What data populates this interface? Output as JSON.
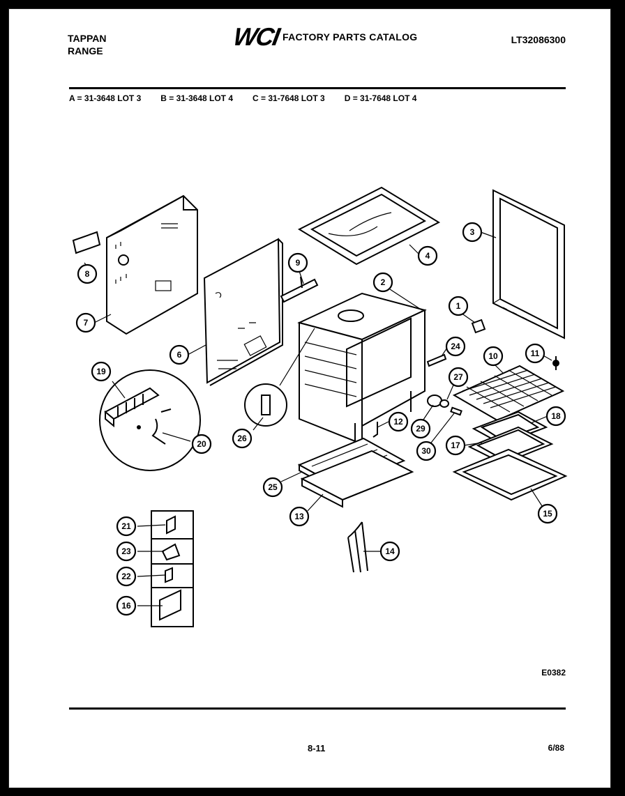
{
  "header": {
    "brand_line1": "TAPPAN",
    "brand_line2": "RANGE",
    "logo": "WCI",
    "catalog_title": "FACTORY PARTS CATALOG",
    "catalog_number": "LT32086300"
  },
  "lots": [
    "A = 31-3648 LOT 3",
    "B = 31-3648 LOT 4",
    "C = 31-7648 LOT 3",
    "D = 31-7648 LOT 4"
  ],
  "callouts": {
    "c1": "1",
    "c2": "2",
    "c3": "3",
    "c4": "4",
    "c6": "6",
    "c7": "7",
    "c8": "8",
    "c9": "9",
    "c10": "10",
    "c11": "11",
    "c12": "12",
    "c13": "13",
    "c14": "14",
    "c15": "15",
    "c16": "16",
    "c17": "17",
    "c18": "18",
    "c19": "19",
    "c20": "20",
    "c21": "21",
    "c22": "22",
    "c23": "23",
    "c24": "24",
    "c25": "25",
    "c26": "26",
    "c27": "27",
    "c29": "29",
    "c30": "30"
  },
  "footer": {
    "diagram_code": "E0382",
    "page_number": "8-11",
    "date": "6/88"
  }
}
